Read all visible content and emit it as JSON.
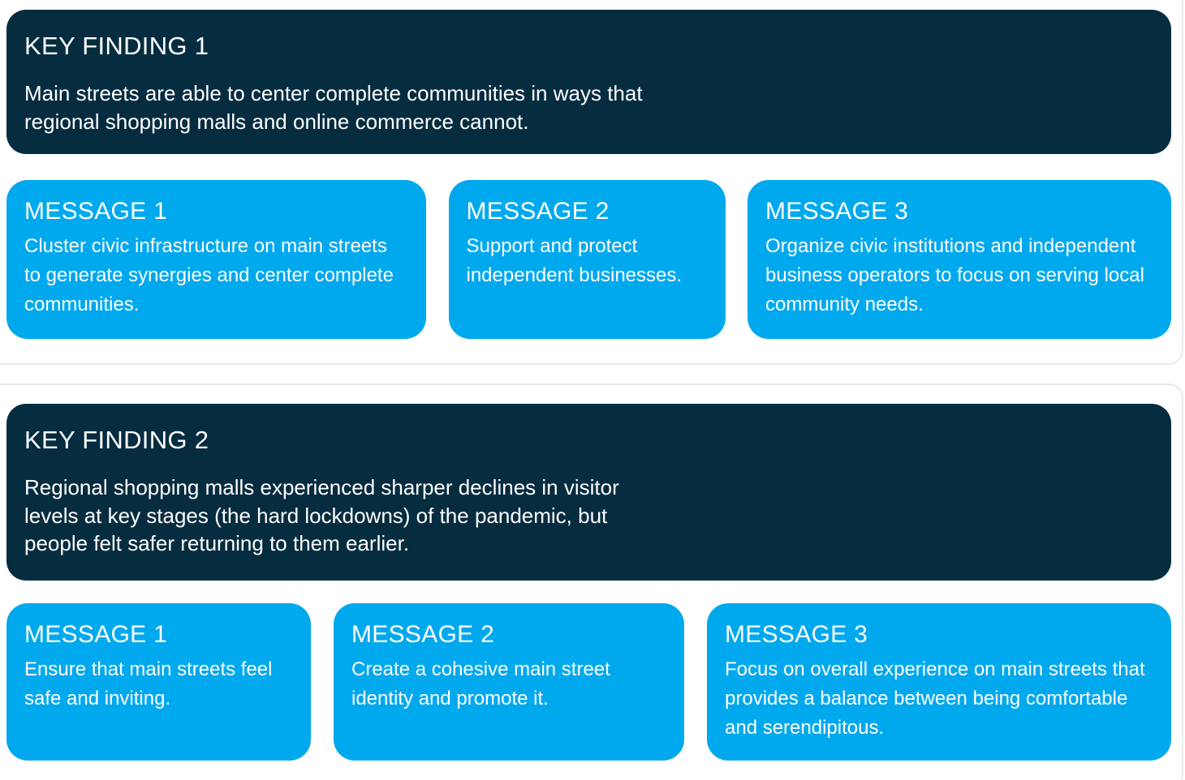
{
  "theme": {
    "navy": "#062c40",
    "cyan": "#00a9ee",
    "panel_border": "#eaeaea",
    "text_on_dark": "#ffffff"
  },
  "sections": [
    {
      "finding": {
        "title": "KEY FINDING 1",
        "text": "Main streets are able to center complete communities in ways that regional shopping malls and online commerce cannot."
      },
      "messages": [
        {
          "title": "MESSAGE 1",
          "text": "Cluster civic infrastructure on main streets to generate synergies and center complete communities."
        },
        {
          "title": "MESSAGE 2",
          "text": "Support and protect independent businesses."
        },
        {
          "title": "MESSAGE 3",
          "text": "Organize civic institutions and independent business operators to focus on serving local community needs."
        }
      ]
    },
    {
      "finding": {
        "title": "KEY FINDING 2",
        "text": "Regional shopping malls experienced sharper declines in visitor levels at key stages (the hard lockdowns) of the pandemic, but people felt safer returning to them earlier."
      },
      "messages": [
        {
          "title": "MESSAGE 1",
          "text": "Ensure that main streets feel safe and inviting."
        },
        {
          "title": "MESSAGE 2",
          "text": "Create a cohesive main street identity and promote it."
        },
        {
          "title": "MESSAGE 3",
          "text": "Focus on overall experience on main streets that provides a balance between being comfortable and serendipitous."
        }
      ]
    }
  ]
}
